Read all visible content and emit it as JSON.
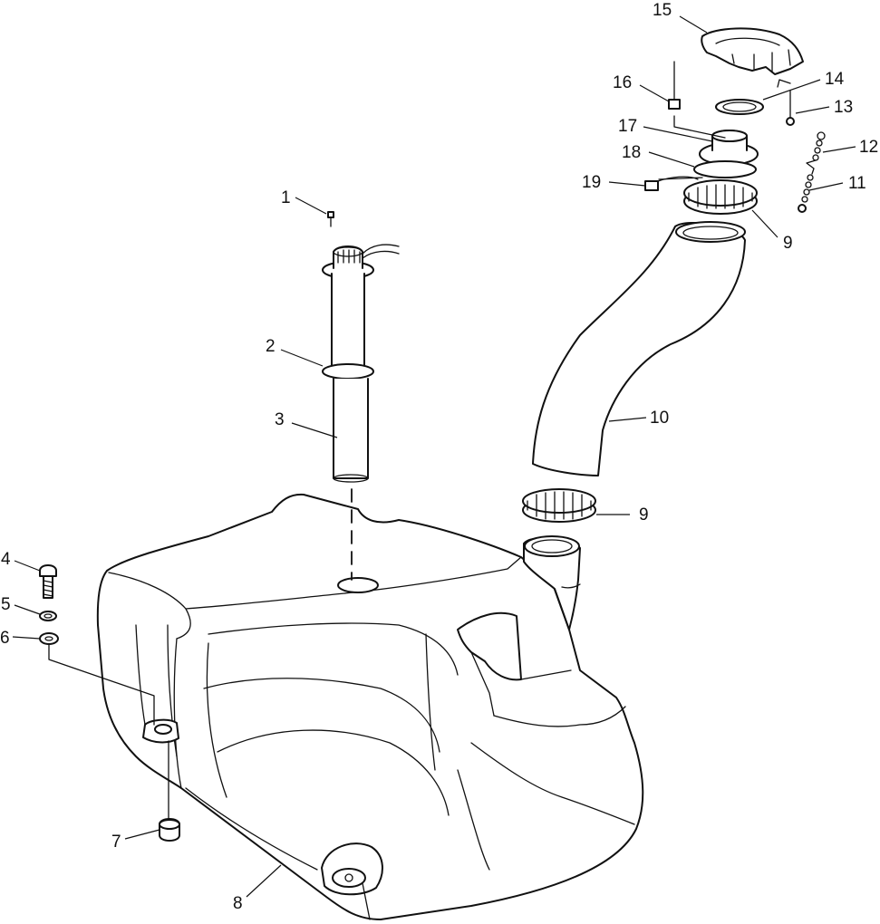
{
  "callouts": [
    {
      "id": "c1",
      "label": "1"
    },
    {
      "id": "c2",
      "label": "2"
    },
    {
      "id": "c3",
      "label": "3"
    },
    {
      "id": "c4",
      "label": "4"
    },
    {
      "id": "c5",
      "label": "5"
    },
    {
      "id": "c6",
      "label": "6"
    },
    {
      "id": "c7",
      "label": "7"
    },
    {
      "id": "c8",
      "label": "8"
    },
    {
      "id": "c9a",
      "label": "9"
    },
    {
      "id": "c9b",
      "label": "9"
    },
    {
      "id": "c10",
      "label": "10"
    },
    {
      "id": "c11",
      "label": "11"
    },
    {
      "id": "c12",
      "label": "12"
    },
    {
      "id": "c13",
      "label": "13"
    },
    {
      "id": "c14",
      "label": "14"
    },
    {
      "id": "c15",
      "label": "15"
    },
    {
      "id": "c16",
      "label": "16"
    },
    {
      "id": "c17",
      "label": "17"
    },
    {
      "id": "c18",
      "label": "18"
    },
    {
      "id": "c19",
      "label": "19"
    }
  ]
}
